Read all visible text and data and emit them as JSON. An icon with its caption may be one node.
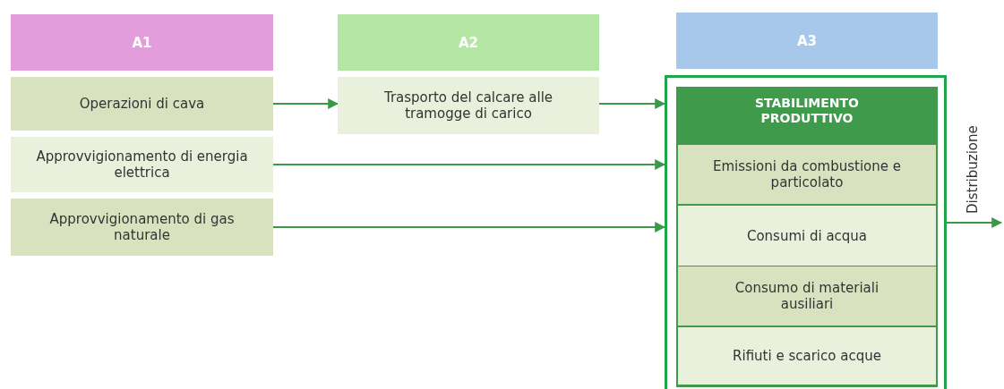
{
  "diagram": {
    "nodes": [
      {
        "text": [
          "A1"
        ]
      },
      {
        "text": [
          "A2"
        ]
      },
      {
        "text": [
          "A3"
        ]
      },
      {
        "text": [
          "Operazioni di cava"
        ]
      },
      {
        "text": [
          "Trasporto del calcare alle tramogge di carico"
        ]
      },
      {
        "text": [
          "Approvvigionamento di energia elettrica"
        ]
      },
      {
        "text": [
          "Approvvigionamento di gas naturale"
        ]
      },
      {
        "text": [],
        "shape": "box"
      },
      {
        "text": [
          "STABILIMENTO PRODUTTIVO"
        ],
        "in": 7
      },
      {
        "text": [
          "Emissioni da combustione e particolato"
        ],
        "in": 8
      },
      {
        "text": [
          "Consumi di acqua"
        ],
        "in": 8
      },
      {
        "text": [
          "Consumo di materiali ausiliari"
        ],
        "in": 8
      },
      {
        "text": [
          "Rifiuti e scarico acque"
        ],
        "in": 8
      }
    ],
    "edges": [
      {
        "from": 3,
        "to": 4,
        "arrow": "to"
      },
      {
        "from": 4,
        "to": 7,
        "arrow": "to"
      },
      {
        "from": 5,
        "to": 7,
        "arrow": "to"
      },
      {
        "from": 6,
        "to": 7,
        "arrow": "to"
      },
      {
        "from": 7,
        "to": null,
        "arrow": "to",
        "label": "Distribuzione"
      }
    ]
  }
}
